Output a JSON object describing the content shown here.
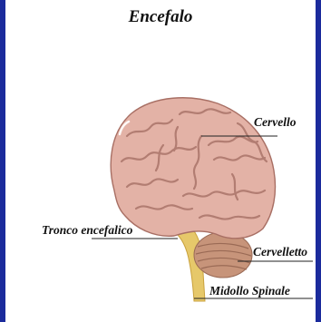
{
  "title": "Encefalo",
  "labels": {
    "cervello": "Cervello",
    "tronco": "Tronco encefalico",
    "cervelletto": "Cervelletto",
    "midollo": "Midollo Spinale"
  },
  "colors": {
    "border": "#1b2b9c",
    "brain": "#e3b2a6",
    "gyri_shadow": "#b27d72",
    "cerebellum": "#c7947a",
    "brainstem": "#e6c86a",
    "leader": "#222222"
  }
}
